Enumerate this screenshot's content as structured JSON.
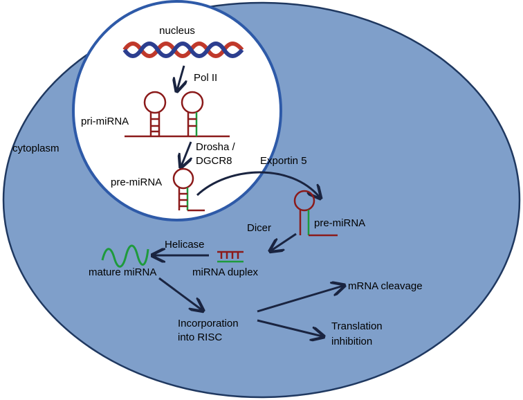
{
  "labels": {
    "nucleus": "nucleus",
    "cytoplasm": "cytoplasm",
    "pol2": "Pol II",
    "pri_mirna": "pri-miRNA",
    "drosha_line1": "Drosha /",
    "drosha_line2": "DGCR8",
    "pre_mirna_nucleus": "pre-miRNA",
    "exportin": "Exportin 5",
    "pre_mirna_cytoplasm": "pre-miRNA",
    "dicer": "Dicer",
    "helicase": "Helicase",
    "mature_mirna": "mature miRNA",
    "mirna_duplex": "miRNA duplex",
    "risc_line1": "Incorporation",
    "risc_line2": "into RISC",
    "mrna_cleavage": "mRNA cleavage",
    "translation_line1": "Translation",
    "translation_line2": "inhibition"
  },
  "colors": {
    "cell_fill": "#7f9fca",
    "cell_stroke": "#1f3860",
    "nucleus_fill": "#ffffff",
    "nucleus_stroke": "#2e5aa8",
    "rna": "#8b1a1a",
    "green_strand": "#1e9a3c",
    "arrow": "#1a2440",
    "dna_red": "#c0392b",
    "dna_blue": "#2c3e8f"
  }
}
